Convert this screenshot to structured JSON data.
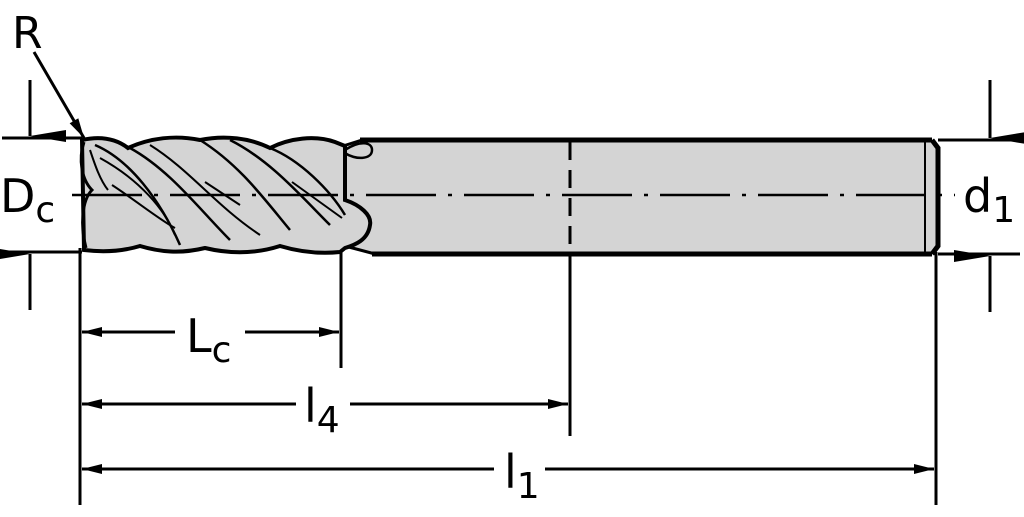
{
  "diagram": {
    "type": "technical-drawing",
    "subject": "end mill with corner radius",
    "colors": {
      "line": "#000000",
      "body_fill": "#d4d4d4",
      "background": "#ffffff"
    },
    "labels": {
      "corner_radius": {
        "main": "R",
        "sub": ""
      },
      "cutting_diameter": {
        "main": "D",
        "sub": "c"
      },
      "shank_diameter": {
        "main": "d",
        "sub": "1"
      },
      "cutting_length": {
        "main": "L",
        "sub": "c"
      },
      "functional_length": {
        "main": "l",
        "sub": "4"
      },
      "overall_length": {
        "main": "l",
        "sub": "1"
      }
    }
  }
}
